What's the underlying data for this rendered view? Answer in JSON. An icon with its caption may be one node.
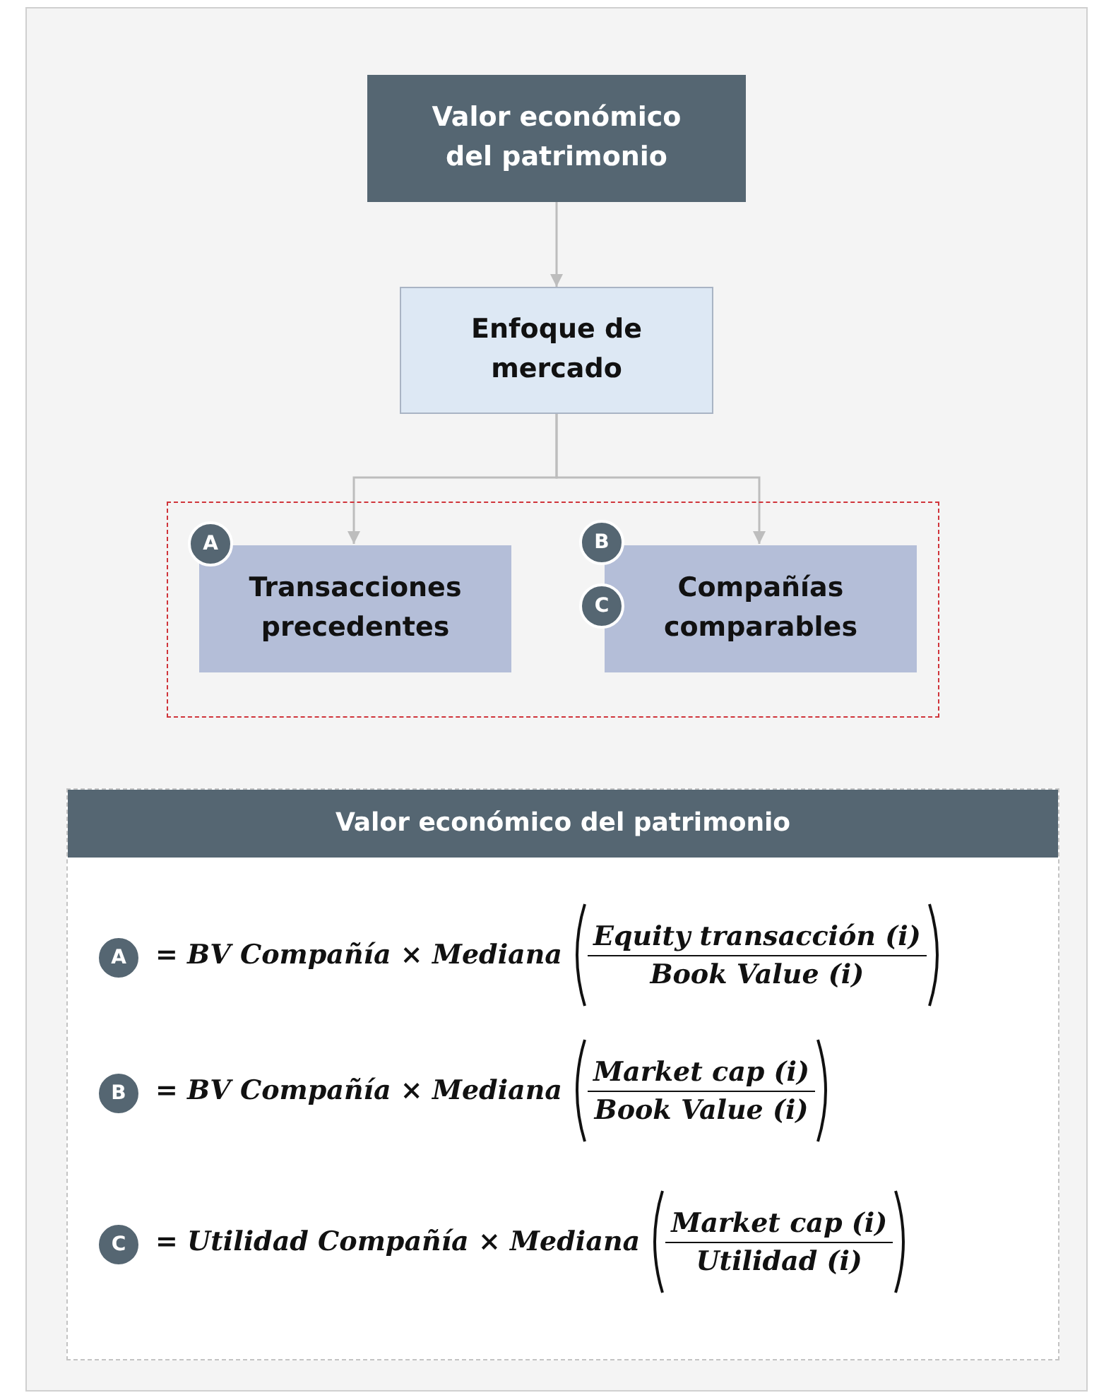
{
  "diagram": {
    "nodes": [
      {
        "text": [
          "Valor económico del patrimonio"
        ]
      },
      {
        "text": [
          "Enfoque de mercado"
        ]
      },
      {
        "text": [],
        "shape": "box"
      },
      {
        "text": [
          "Transacciones precedentes"
        ],
        "in": 2
      },
      {
        "text": [
          "A"
        ],
        "in": 2
      },
      {
        "text": [
          "Compañías comparables"
        ],
        "in": 2
      },
      {
        "text": [
          "B"
        ],
        "in": 2
      },
      {
        "text": [
          "C"
        ],
        "in": 2
      },
      {
        "text": [
          "Valor económico del patrimonio"
        ]
      },
      {
        "text": [
          "A"
        ],
        "in": 8
      },
      {
        "text": [
          "B"
        ],
        "in": 8
      },
      {
        "text": [
          "C"
        ],
        "in": 8
      }
    ],
    "edges": [
      {
        "from": 0,
        "to": 1,
        "arrow": "to"
      },
      {
        "from": 1,
        "to": 3,
        "arrow": "to"
      },
      {
        "from": 1,
        "to": 5,
        "arrow": "to"
      }
    ],
    "labels": [
      "= BV Compañía × Mediana",
      "Equity transacción (i)",
      "Book Value (i)",
      "= BV Compañía × Mediana",
      "Market cap (i)",
      "Book Value (i)",
      "= Utilidad Compañía × Mediana",
      "Market cap (i)",
      "Utilidad (i)"
    ]
  }
}
